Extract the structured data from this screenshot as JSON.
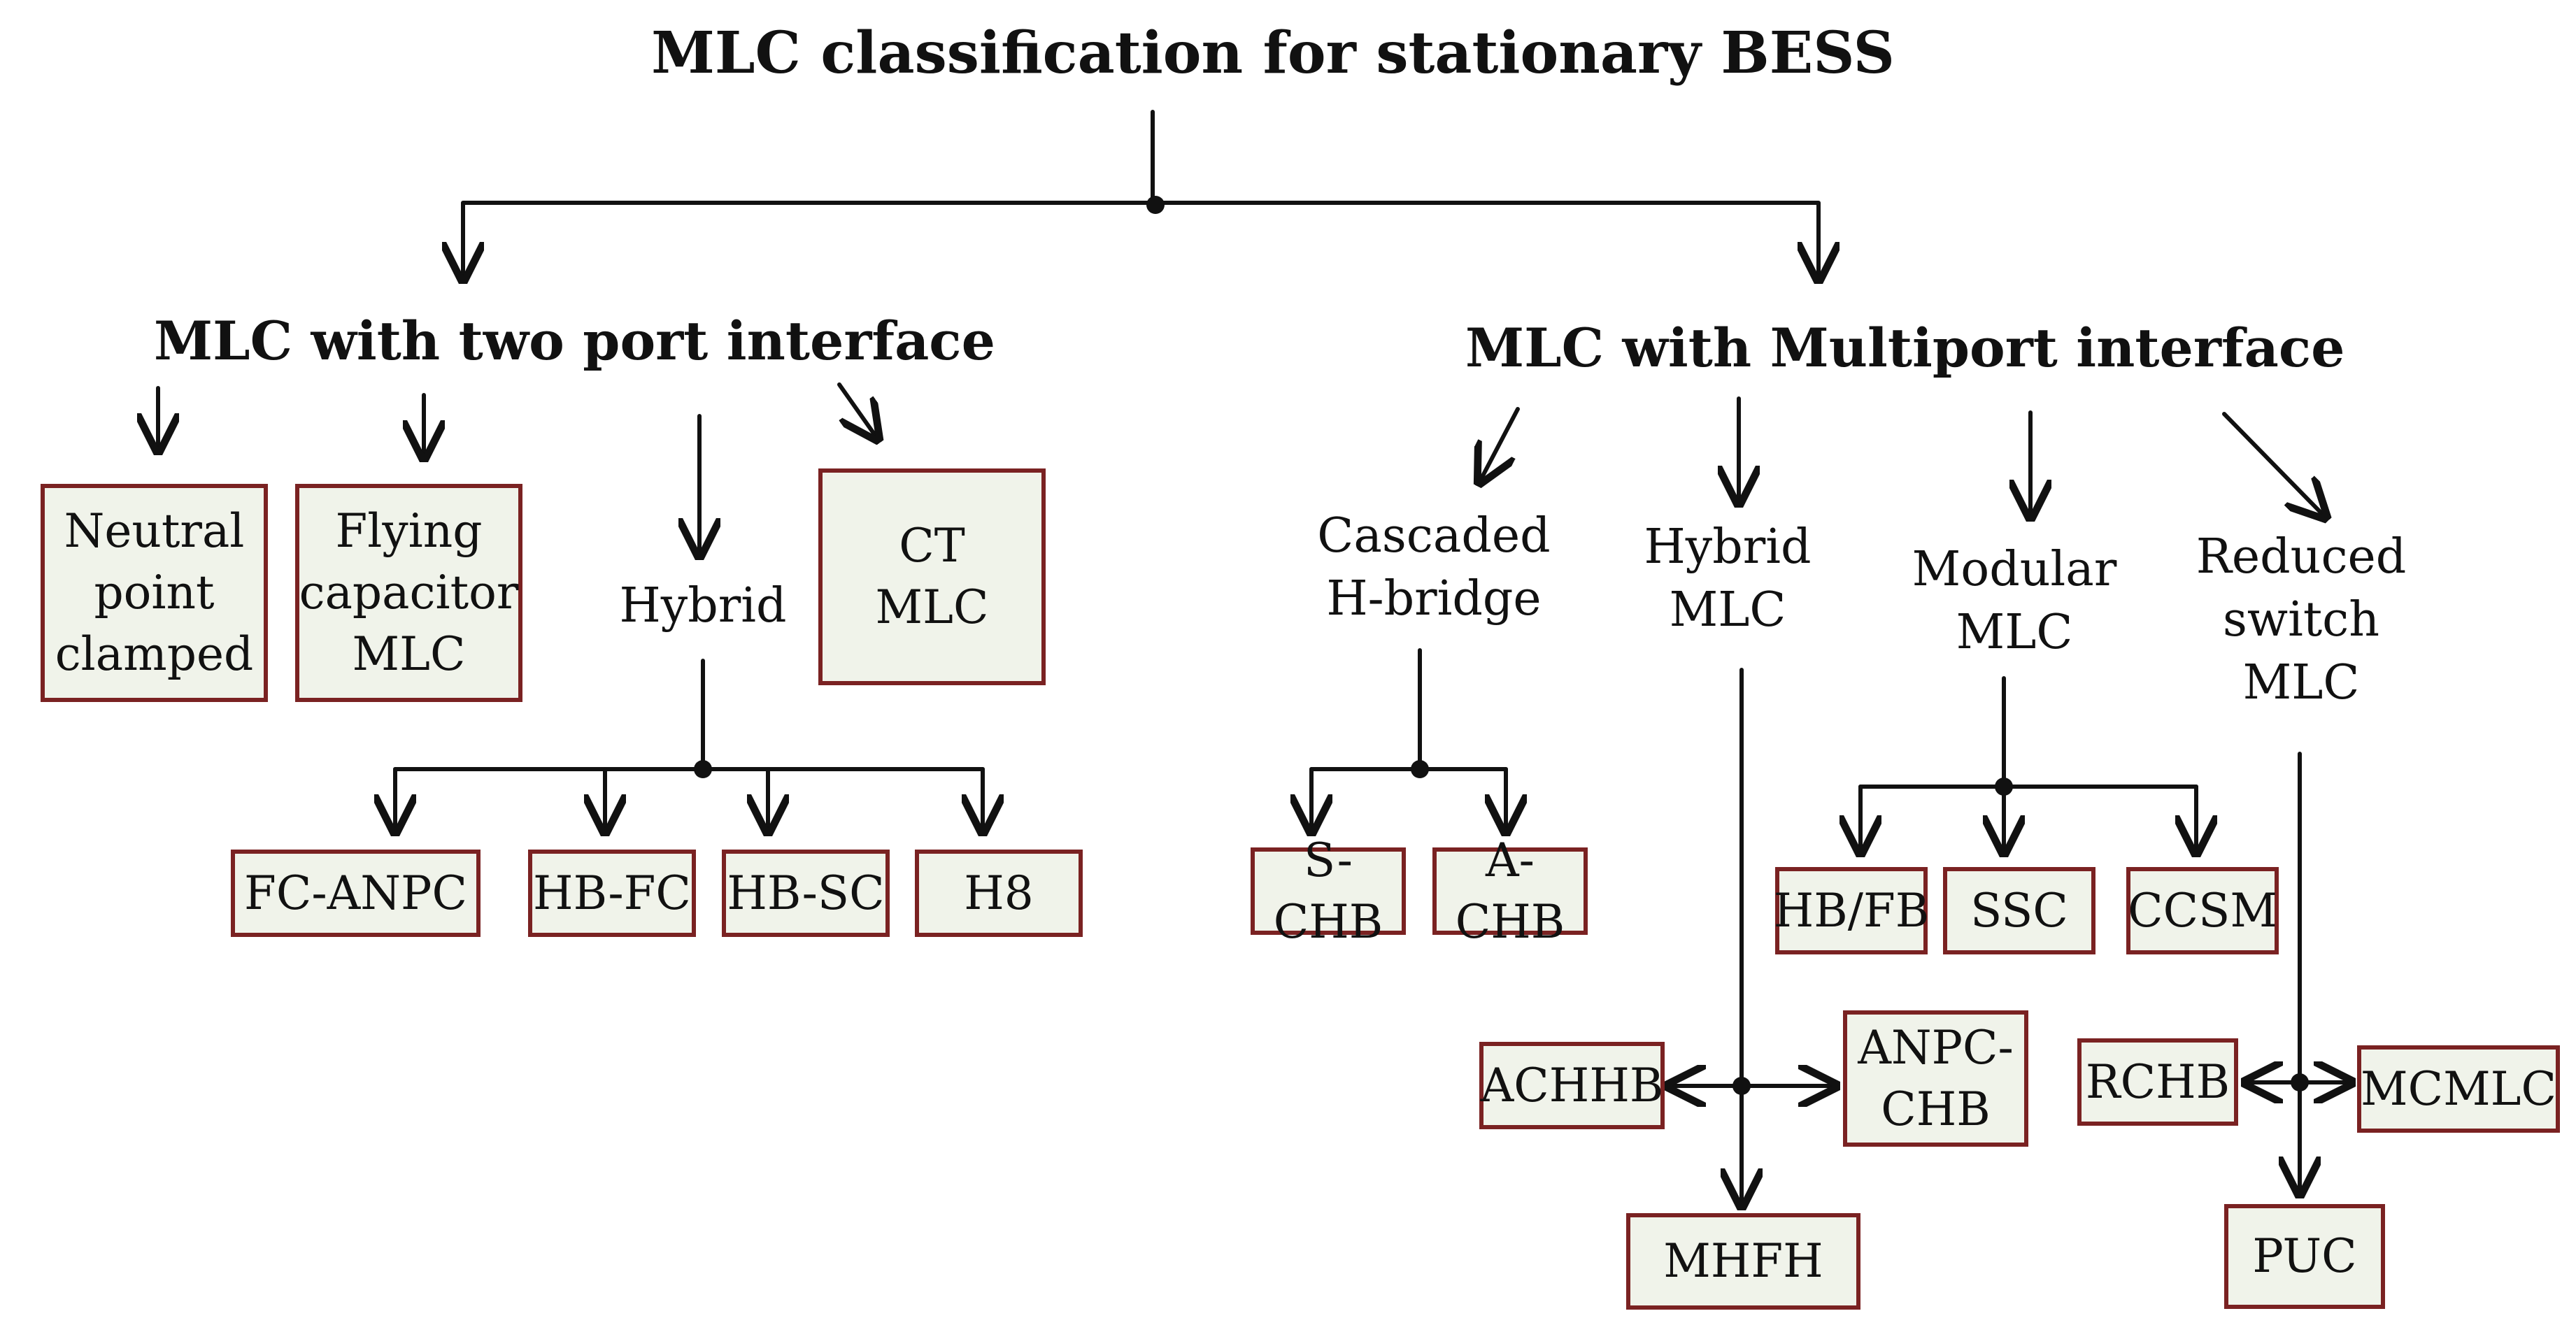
{
  "title": "MLC classification for stationary BESS",
  "left": {
    "heading": "MLC with two port interface",
    "neutral_point_clamped": "Neutral\npoint\nclamped",
    "flying_capacitor": "Flying\ncapacitor\nMLC",
    "hybrid": "Hybrid",
    "ct_mlc": "CT\nMLC",
    "hybrid_children": [
      "FC-ANPC",
      "HB-FC",
      "HB-SC",
      "H8"
    ]
  },
  "right": {
    "heading": "MLC with Multiport interface",
    "cascaded_hbridge": "Cascaded\nH-bridge",
    "hybrid_mlc": "Hybrid\nMLC",
    "modular_mlc": "Modular\nMLC",
    "reduced_switch_mlc": "Reduced\nswitch\nMLC",
    "chb_children": [
      "S-CHB",
      "A-CHB"
    ],
    "modular_children": [
      "HB/FB",
      "SSC",
      "CCSM"
    ],
    "hybrid_children": {
      "left": "ACHHB",
      "right": "ANPC-\nCHB",
      "bottom": "MHFH"
    },
    "reduced_children": {
      "left": "RCHB",
      "right": "MCMLC",
      "bottom": "PUC"
    }
  }
}
